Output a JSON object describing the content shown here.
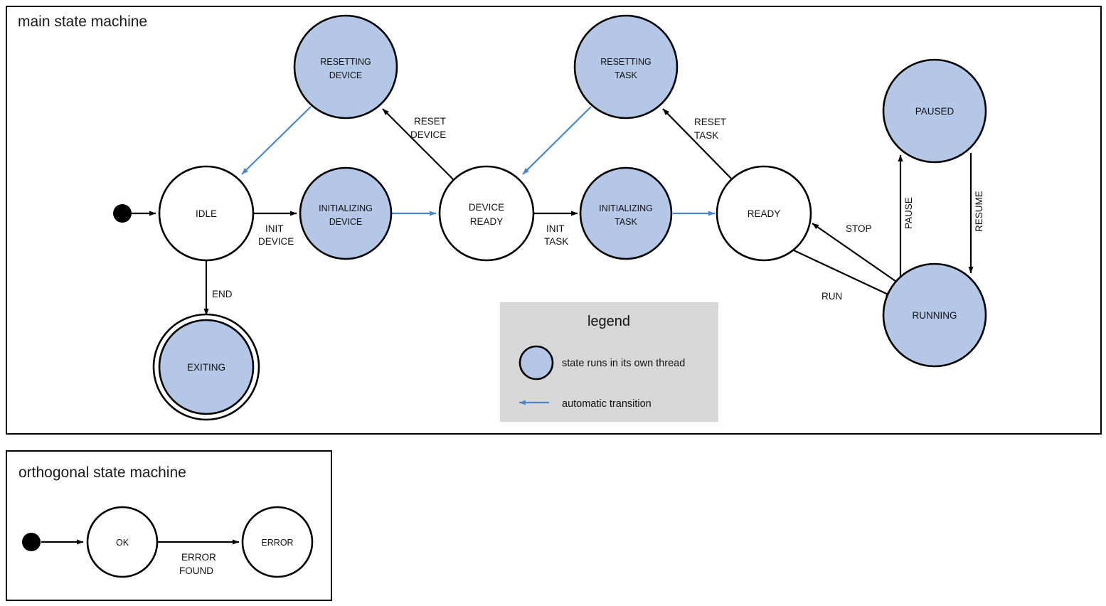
{
  "colors": {
    "thread_state_fill": "#b4c7e7",
    "plain_state_fill": "#ffffff",
    "stroke": "#000000",
    "auto_transition": "#4a86c8",
    "legend_background": "#d7d7d7",
    "page_background": "#ffffff"
  },
  "main_frame": {
    "title": "main state machine"
  },
  "orthogonal_frame": {
    "title": "orthogonal state machine"
  },
  "main_states": [
    {
      "id": "idle",
      "label_lines": [
        "IDLE"
      ],
      "threaded": false,
      "final": false
    },
    {
      "id": "resetting-device",
      "label_lines": [
        "RESETTING",
        "DEVICE"
      ],
      "threaded": true,
      "final": false
    },
    {
      "id": "initializing-device",
      "label_lines": [
        "INITIALIZING",
        "DEVICE"
      ],
      "threaded": true,
      "final": false
    },
    {
      "id": "device-ready",
      "label_lines": [
        "DEVICE",
        "READY"
      ],
      "threaded": false,
      "final": false
    },
    {
      "id": "resetting-task",
      "label_lines": [
        "RESETTING",
        "TASK"
      ],
      "threaded": true,
      "final": false
    },
    {
      "id": "initializing-task",
      "label_lines": [
        "INITIALIZING",
        "TASK"
      ],
      "threaded": true,
      "final": false
    },
    {
      "id": "ready",
      "label_lines": [
        "READY"
      ],
      "threaded": false,
      "final": false
    },
    {
      "id": "paused",
      "label_lines": [
        "PAUSED"
      ],
      "threaded": true,
      "final": false
    },
    {
      "id": "running",
      "label_lines": [
        "RUNNING"
      ],
      "threaded": true,
      "final": false
    },
    {
      "id": "exiting",
      "label_lines": [
        "EXITING"
      ],
      "threaded": true,
      "final": true
    }
  ],
  "main_transitions": [
    {
      "id": "start-idle",
      "label_lines": [],
      "automatic": false
    },
    {
      "id": "idle-initializing-device",
      "label_lines": [
        "INIT",
        "DEVICE"
      ],
      "automatic": false
    },
    {
      "id": "idle-exiting",
      "label_lines": [
        "END"
      ],
      "automatic": false
    },
    {
      "id": "resetting-device-idle",
      "label_lines": [],
      "automatic": true
    },
    {
      "id": "initializing-device-ready",
      "label_lines": [],
      "automatic": true
    },
    {
      "id": "device-ready-resetting",
      "label_lines": [
        "RESET",
        "DEVICE"
      ],
      "automatic": false
    },
    {
      "id": "device-ready-init-task",
      "label_lines": [
        "INIT",
        "TASK"
      ],
      "automatic": false
    },
    {
      "id": "resetting-task-device-ready",
      "label_lines": [],
      "automatic": true
    },
    {
      "id": "initializing-task-ready",
      "label_lines": [],
      "automatic": true
    },
    {
      "id": "ready-resetting-task",
      "label_lines": [
        "RESET",
        "TASK"
      ],
      "automatic": false
    },
    {
      "id": "ready-running",
      "label_lines": [
        "RUN"
      ],
      "automatic": false
    },
    {
      "id": "running-ready",
      "label_lines": [
        "STOP"
      ],
      "automatic": false
    },
    {
      "id": "running-paused",
      "label_lines": [
        "PAUSE"
      ],
      "automatic": false
    },
    {
      "id": "paused-running",
      "label_lines": [
        "RESUME"
      ],
      "automatic": false
    }
  ],
  "legend": {
    "title": "legend",
    "items": [
      {
        "id": "thread-swatch",
        "type": "circle",
        "text": "state runs in its own thread"
      },
      {
        "id": "auto-arrow-swatch",
        "type": "arrow",
        "text": "automatic transition"
      }
    ]
  },
  "orthogonal_states": [
    {
      "id": "ok",
      "label_lines": [
        "OK"
      ]
    },
    {
      "id": "error",
      "label_lines": [
        "ERROR"
      ]
    }
  ],
  "orthogonal_transitions": [
    {
      "id": "start-ok",
      "label_lines": []
    },
    {
      "id": "ok-error",
      "label_lines": [
        "ERROR",
        "FOUND"
      ]
    }
  ]
}
